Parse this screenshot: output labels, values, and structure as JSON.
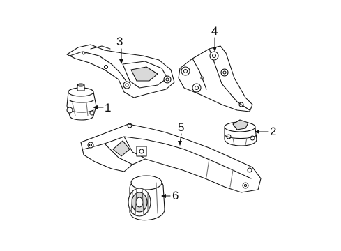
{
  "diagram": {
    "callouts": [
      {
        "id": "1",
        "label": "1"
      },
      {
        "id": "2",
        "label": "2"
      },
      {
        "id": "3",
        "label": "3"
      },
      {
        "id": "4",
        "label": "4"
      },
      {
        "id": "5",
        "label": "5"
      },
      {
        "id": "6",
        "label": "6"
      }
    ],
    "colors": {
      "stroke": "#111111",
      "fill": "#ffffff",
      "shade": "#d9d9d9"
    }
  }
}
